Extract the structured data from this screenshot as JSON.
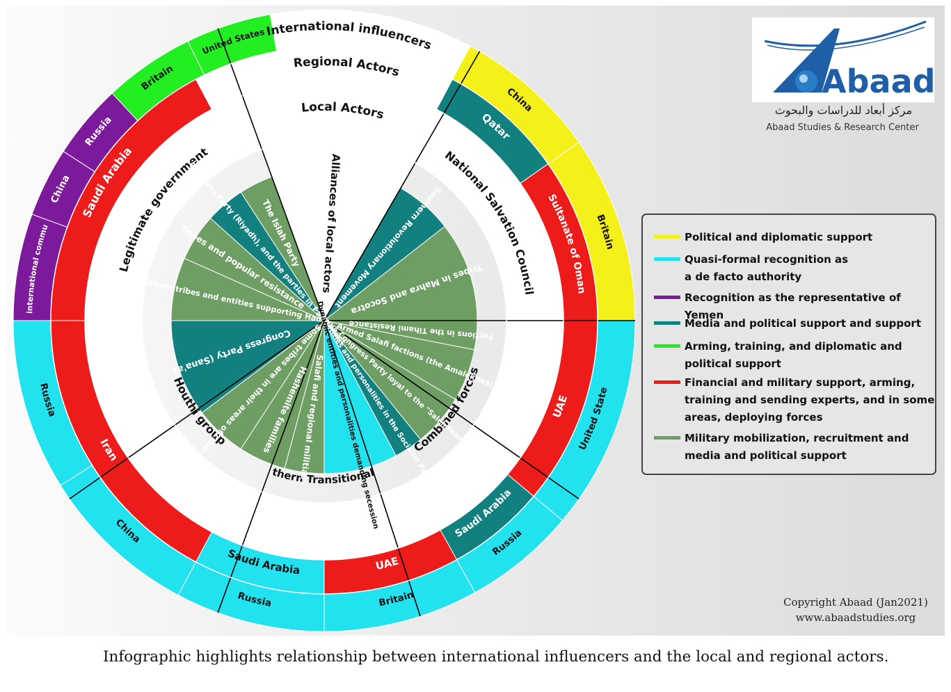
{
  "rings": {
    "international": "International influencers",
    "regional": "Regional Actors",
    "local": "Local Actors"
  },
  "alliances_label": "Alliances of local actors",
  "groups": {
    "legitimate": "Legitimate government",
    "nsc": "National Salvation Council",
    "combined": "Combined forces",
    "stc": "The Southern Transitional Council",
    "houthi": "Houthi group"
  },
  "international": {
    "international_community": "The international community",
    "china_left": "China",
    "russia_left": "Russia",
    "britain_top": "Britain",
    "united_states_top": "United States",
    "china_top": "China",
    "britain_right": "Britain",
    "united_state": "United State",
    "russia_br": "Russia",
    "britain_bottom": "Britain",
    "russia_bottom": "Russia",
    "china_bl": "China",
    "russia_bl": "Russia"
  },
  "regional": {
    "saudi_left": "Saudi Arabia",
    "qatar": "Qatar",
    "oman": "Sultanate of Oman",
    "uae_right": "UAE",
    "saudi_br": "Saudi Arabia",
    "uae_bottom": "UAE",
    "saudi_bottom": "Saudi Arabia",
    "iran": "Iran"
  },
  "local_actors": {
    "islah": "The Islah Party",
    "congress_riyadh": "The Congress Party (Riyadh), and the parties in Parliament",
    "tribes_popular": "Tribes and popular resistance",
    "southern_tribes": "Southern tribes and entities supporting Hadi",
    "southern_revolutionary": "Southern Revolutionary Movement",
    "mahra_socotra": "Tribes in Mahra and Socotra",
    "tihami": "Factions in the Tihami Resistance",
    "amalekites": "Armed Salafi factions (the Amalekites)",
    "congress_saleh": "The Congress Party loyal to the \"Saleh family\"",
    "socialist": "Entities and personalities in the Socialist Party",
    "dynamic": "Dynamic entities and personalities demanding secession",
    "salafi_regional": "Salafi and regional militias",
    "hashemite": "Hashemite families",
    "some_tribes": "Some tribes are in their areas of control",
    "congress_sanaa": "Congress Party (Sana'a)"
  },
  "legend": [
    {
      "color": "#f5ef1a",
      "text": "Political and diplomatic support"
    },
    {
      "color": "#22e2f0",
      "text": "Quasi-formal recognition as\n a de facto authority"
    },
    {
      "color": "#7c1a9b",
      "text": "Recognition as the representative of Yemen"
    },
    {
      "color": "#138080",
      "text": "Media and political support and support"
    },
    {
      "color": "#22ee22",
      "text": "Arming, training, and diplomatic and\npolitical support"
    },
    {
      "color": "#ee1b1b",
      "text": "Financial and military support, arming,\ntraining and sending experts, and in some\nareas, deploying forces"
    },
    {
      "color": "#6f9e65",
      "text": "Military mobilization, recruitment and\nmedia and political support"
    }
  ],
  "logo": {
    "brand": "Abaad",
    "arabic": "مركز أبعاد للدراسات والبحوث",
    "english": "Abaad Studies & Research Center"
  },
  "copyright": {
    "line1": "Copyright Abaad (Jan2021)",
    "line2": "www.abaadstudies.org"
  },
  "caption": "Infographic highlights relationship between international influencers and the local and regional actors."
}
